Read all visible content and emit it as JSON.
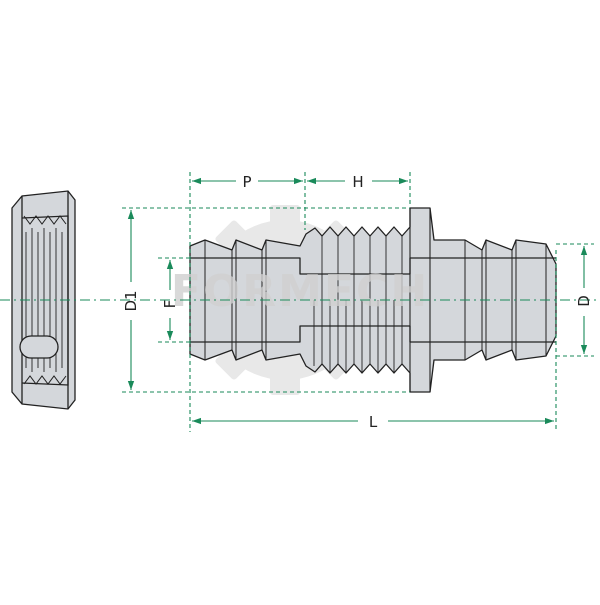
{
  "watermark": {
    "text": "FORMECH"
  },
  "dimensions": {
    "P": "P",
    "H": "H",
    "D1": "D1",
    "F": "F",
    "D": "D",
    "L": "L"
  },
  "colors": {
    "dimension_line": "#1a8a5a",
    "part_fill": "#d4d7db",
    "outline": "#222222",
    "watermark": "#e6e6e6"
  }
}
